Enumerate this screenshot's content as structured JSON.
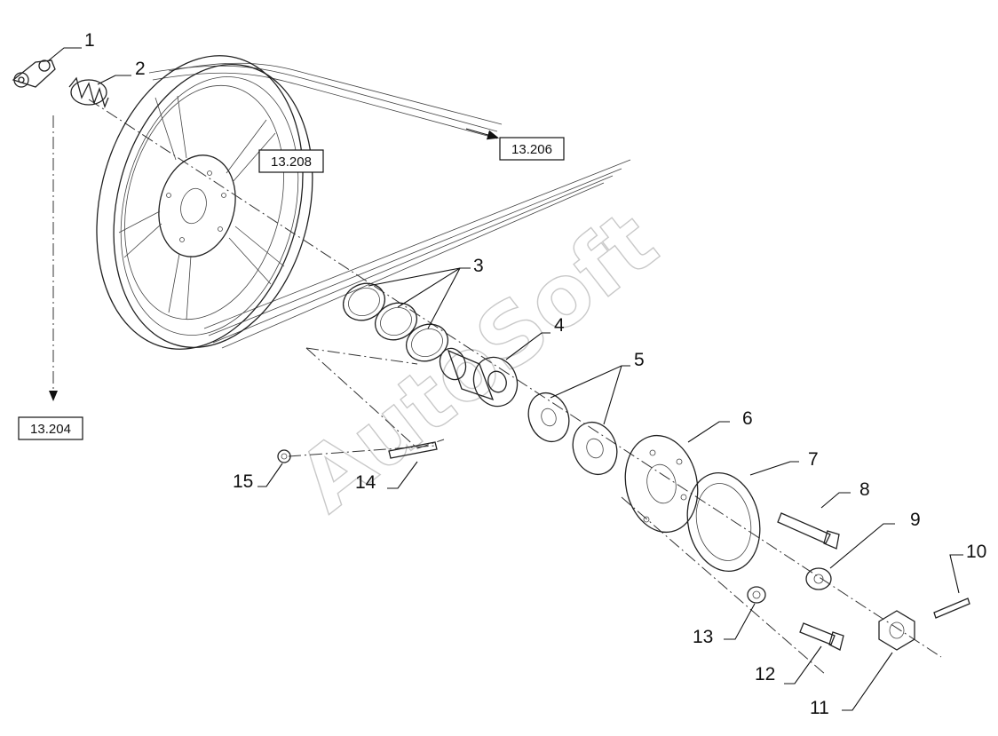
{
  "callouts": {
    "c1": "1",
    "c2": "2",
    "c3": "3",
    "c4": "4",
    "c5": "5",
    "c6": "6",
    "c7": "7",
    "c8": "8",
    "c9": "9",
    "c10": "10",
    "c11": "11",
    "c12": "12",
    "c13": "13",
    "c14": "14",
    "c15": "15"
  },
  "references": {
    "r208": "13.208",
    "r206": "13.206",
    "r204": "13.204"
  },
  "watermark": "AutoSoft"
}
